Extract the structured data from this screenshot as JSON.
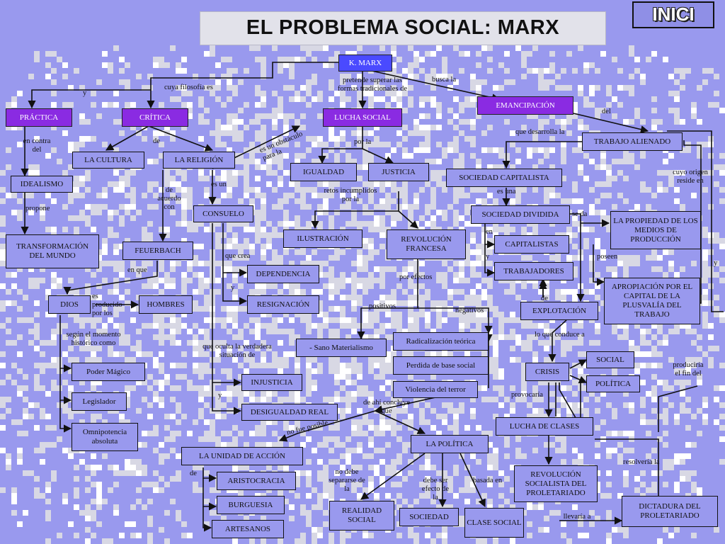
{
  "title": "EL PROBLEMA SOCIAL: MARX",
  "home_button": "INICI",
  "colors": {
    "background": "#9999ee",
    "pixel_pattern": "#d8d8e4",
    "node_root": "#4a4aff",
    "node_primary": "#8a2be2"
  },
  "nodes": {
    "marx": "K. MARX",
    "practica": "PRÁCTICA",
    "critica": "CRÍTICA",
    "lucha_social": "LUCHA SOCIAL",
    "emancipacion": "EMANCIPACIÓN",
    "cultura": "LA CULTURA",
    "religion": "LA RELIGIÓN",
    "idealismo": "IDEALISMO",
    "transformacion": "TRANSFORMACIÓN DEL MUNDO",
    "feuerbach": "FEUERBACH",
    "consuelo": "CONSUELO",
    "igualdad": "IGUALDAD",
    "justicia": "JUSTICIA",
    "ilustracion": "ILUSTRACIÓN",
    "revolucion_francesa": "REVOLUCIÓN FRANCESA",
    "sociedad_capitalista": "SOCIEDAD CAPITALISTA",
    "sociedad_dividida": "SOCIEDAD DIVIDIDA",
    "capitalistas": "CAPITALISTAS",
    "trabajadores": "TRABAJADORES",
    "trabajo_alienado": "TRABAJO ALIENADO",
    "propiedad": "LA PROPIEDAD DE LOS MEDIOS DE PRODUCCIÓN",
    "apropiacion": "APROPIACIÓN POR EL CAPITAL DE LA PLUSVALÍA DEL TRABAJO",
    "explotacion": "EXPLOTACIÓN",
    "dios": "DIOS",
    "hombres": "HOMBRES",
    "dependencia": "DEPENDENCIA",
    "resignacion": "RESIGNACIÓN",
    "sano_materialismo": "- Sano Materialismo",
    "radicalizacion": "Radicalización teórica",
    "perdida": "Perdida de base social",
    "violencia": "Violencia del terror",
    "crisis": "CRISIS",
    "social": "SOCIAL",
    "politica_box": "POLÍTICA",
    "poder_magico": "Poder Mágico",
    "legislador": "Legislador",
    "omnipotencia": "Omnipotencia absoluta",
    "injusticia": "INJUSTICIA",
    "desigualdad": "DESIGUALDAD REAL",
    "lucha_clases": "LUCHA DE CLASES",
    "unidad_accion": "LA UNIDAD DE ACCIÓN",
    "la_politica": "LA POLÍTICA",
    "aristocracia": "ARISTOCRACIA",
    "burguesia": "BURGUESIA",
    "artesanos": "ARTESANOS",
    "realidad_social": "REALIDAD SOCIAL",
    "sociedad": "SOCIEDAD",
    "clase_social": "CLASE SOCIAL",
    "revolucion_socialista": "REVOLUCIÓN SOCIALISTA DEL PROLETARIADO",
    "dictadura": "DICTADURA DEL PROLETARIADO"
  },
  "labels": {
    "y1": "y",
    "cuya_filosofia": "cuya filosofía es",
    "pretende": "pretende superar las formas tradicionales de",
    "busca": "busca la",
    "del1": "del",
    "en_contra": "en contra del",
    "de1": "de",
    "obstaculo": "es un obstáculo para la",
    "por_la": "por la",
    "que_desarrolla": "que desarrolla la",
    "propone": "propone",
    "de_acuerdo": "de acuerdo con",
    "es_un": "es un",
    "retos": "retos incumplidos por la",
    "es_una": "es una",
    "se_da": "se da",
    "cuyo_origen": "cuyo origen reside en",
    "en1": "en",
    "y2": "y",
    "poseen": "poseen",
    "y3": "y",
    "en_que": "en que",
    "que_crea": "que crea",
    "y4": "y",
    "por_efectos": "por efectos",
    "es_producido": "es producido por los",
    "positivos": "positivos",
    "negativos": "negativos",
    "de2": "de",
    "segun": "según el momento histórico como",
    "que_oculta": "que oculta la verdadera situación de",
    "lo_que": "lo que conduce a",
    "produciria": "produciría el fin del",
    "y5": "y",
    "provocaria": "provocaría",
    "de_ahi": "de ahí concluye que",
    "no_fue": "no fue posible",
    "resolveria": "resolvería la",
    "de3": "de",
    "no_debe": "no debe separarse de la",
    "debe_ser": "debe ser efecto de la",
    "basada": "basada en",
    "llevaria": "llevaría a"
  }
}
